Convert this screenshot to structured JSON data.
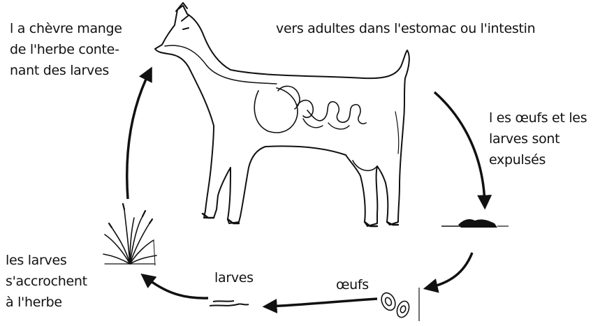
{
  "labels": {
    "goat_eats": [
      "l a chèvre mange",
      "de l'herbe conte-",
      "nant des larves"
    ],
    "adult_worms": "vers adultes dans l'estomac ou l'intestin",
    "expelled": [
      "l es œufs et les",
      "larves sont",
      "expulsés"
    ],
    "eggs": "œufs",
    "larvae": "larves",
    "larvae_cling": [
      "les larves",
      "s'accrochent",
      "à l'herbe"
    ]
  },
  "colors": {
    "ink": "#111111",
    "background": "#ffffff"
  }
}
